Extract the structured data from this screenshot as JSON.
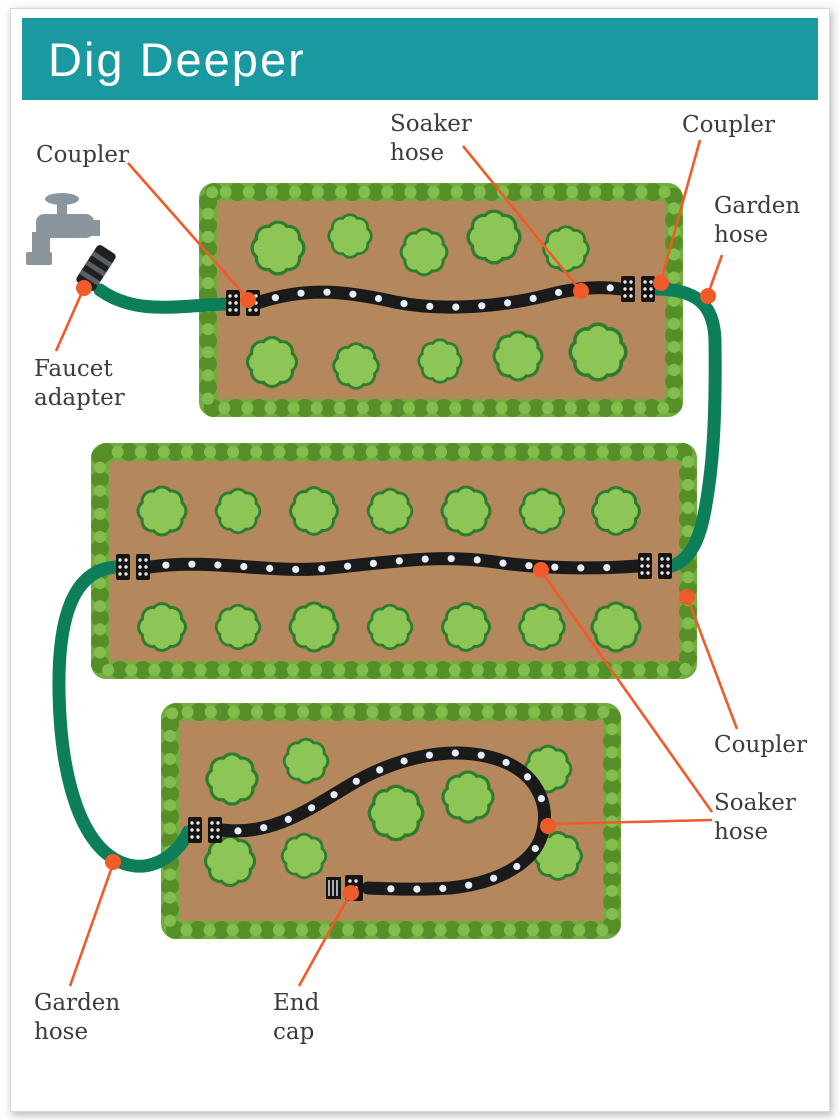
{
  "header": {
    "title": "Dig Deeper"
  },
  "labels": {
    "coupler_top_left": "Coupler",
    "soaker_hose_top": "Soaker hose",
    "coupler_top_right": "Coupler",
    "garden_hose_right": "Garden hose",
    "faucet_adapter": "Faucet adapter",
    "coupler_middle_right": "Coupler",
    "soaker_hose_lower_right": "Soaker hose",
    "garden_hose_lower_left": "Garden hose",
    "end_cap": "End cap"
  },
  "colors": {
    "header_teal": "#1b99a1",
    "callout_orange": "#f15a29",
    "garden_hose_green": "#0c7f5a",
    "soaker_hose_black": "#1a1a1a",
    "soaker_dot_white": "#e7eefb",
    "bed_soil_brown": "#b4875c",
    "bed_border_green": "#6fae3e",
    "plant_light_green": "#8dc556",
    "plant_dark_green": "#2e7d2e",
    "faucet_gray": "#8b959e"
  }
}
